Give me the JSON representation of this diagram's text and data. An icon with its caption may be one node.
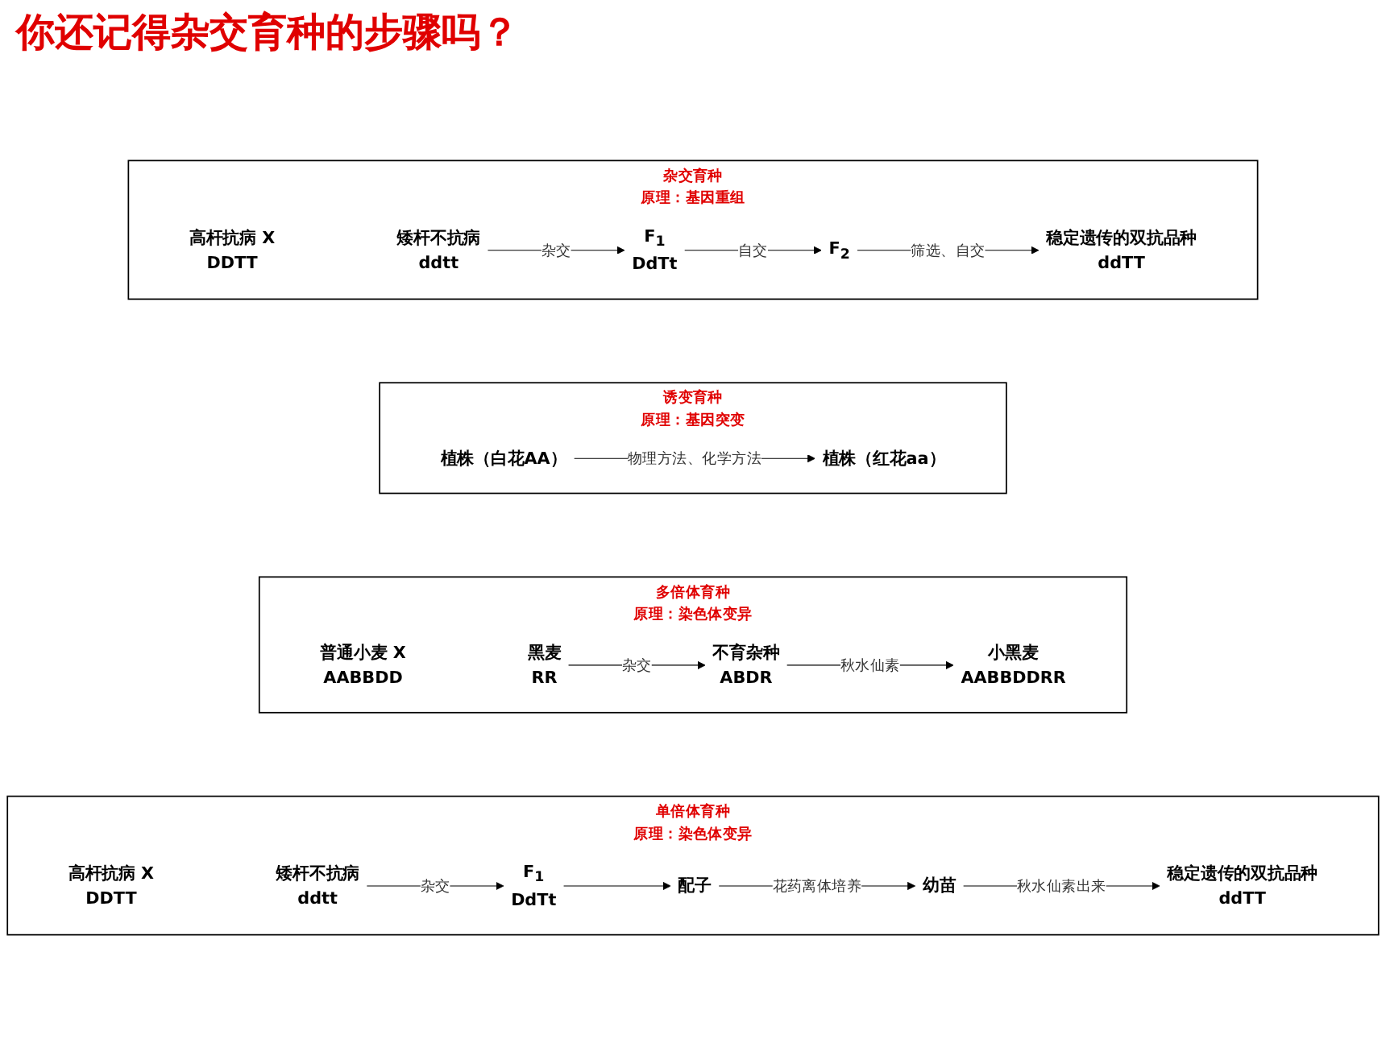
{
  "diagram": {
    "title": "你还记得杂交育种的步骤吗？",
    "nodes": [
      {
        "text": [
          "杂交育种",
          "原理：基因重组"
        ]
      },
      {
        "text": [
          "高杆抗病",
          "DDTT"
        ],
        "beside": [
          "X"
        ],
        "in": 0
      },
      {
        "text": [
          "矮杆不抗病",
          "ddtt"
        ],
        "in": 0
      },
      {
        "text": [
          "F$_{1}$",
          "DdTt"
        ],
        "in": 0
      },
      {
        "text": [
          "F$_{2}$"
        ],
        "in": 0
      },
      {
        "text": [
          "稳定遗传的双抗品种",
          "ddTT"
        ],
        "in": 0
      },
      {
        "text": [
          "诱变育种",
          "原理：基因突变"
        ]
      },
      {
        "text": [
          "植株（白花AA）"
        ],
        "in": 6
      },
      {
        "text": [
          "植株（红花aa）"
        ],
        "in": 6
      },
      {
        "text": [
          "多倍体育种",
          "原理：染色体变异"
        ]
      },
      {
        "text": [
          "普通小麦",
          "AABBDD"
        ],
        "beside": [
          "X"
        ],
        "in": 9
      },
      {
        "text": [
          "黑麦",
          "RR"
        ],
        "in": 9
      },
      {
        "text": [
          "不育杂种",
          "ABDR"
        ],
        "in": 9
      },
      {
        "text": [
          "小黑麦",
          "AABBDDRR"
        ],
        "in": 9
      },
      {
        "text": [
          "单倍体育种",
          "原理：染色体变异"
        ]
      },
      {
        "text": [
          "高杆抗病",
          "DDTT"
        ],
        "beside": [
          "X"
        ],
        "in": 14
      },
      {
        "text": [
          "矮杆不抗病",
          "ddtt"
        ],
        "in": 14
      },
      {
        "text": [
          "F$_{1}$",
          "DdTt"
        ],
        "in": 14
      },
      {
        "text": [
          "配子"
        ],
        "in": 14
      },
      {
        "text": [
          "幼苗"
        ],
        "in": 14
      },
      {
        "text": [
          "稳定遗传的双抗品种",
          "ddTT"
        ],
        "in": 14
      }
    ],
    "edges": [
      {
        "from": 2,
        "to": 3,
        "arrow": "to",
        "label": "杂交"
      },
      {
        "from": 3,
        "to": 4,
        "arrow": "to",
        "label": "自交"
      },
      {
        "from": 4,
        "to": 5,
        "arrow": "to",
        "label": "筛选、自交"
      },
      {
        "from": 7,
        "to": 8,
        "arrow": "to",
        "label": "物理方法、化学方法"
      },
      {
        "from": 11,
        "to": 12,
        "arrow": "to",
        "label": "杂交"
      },
      {
        "from": 12,
        "to": 13,
        "arrow": "to",
        "label": "秋水仙素"
      },
      {
        "from": 16,
        "to": 17,
        "arrow": "to",
        "label": "杂交"
      },
      {
        "from": 17,
        "to": 18,
        "arrow": "to"
      },
      {
        "from": 18,
        "to": 19,
        "arrow": "to",
        "label": "花药离体培养"
      },
      {
        "from": 19,
        "to": 20,
        "arrow": "to",
        "label": "秋水仙素出来"
      }
    ]
  }
}
